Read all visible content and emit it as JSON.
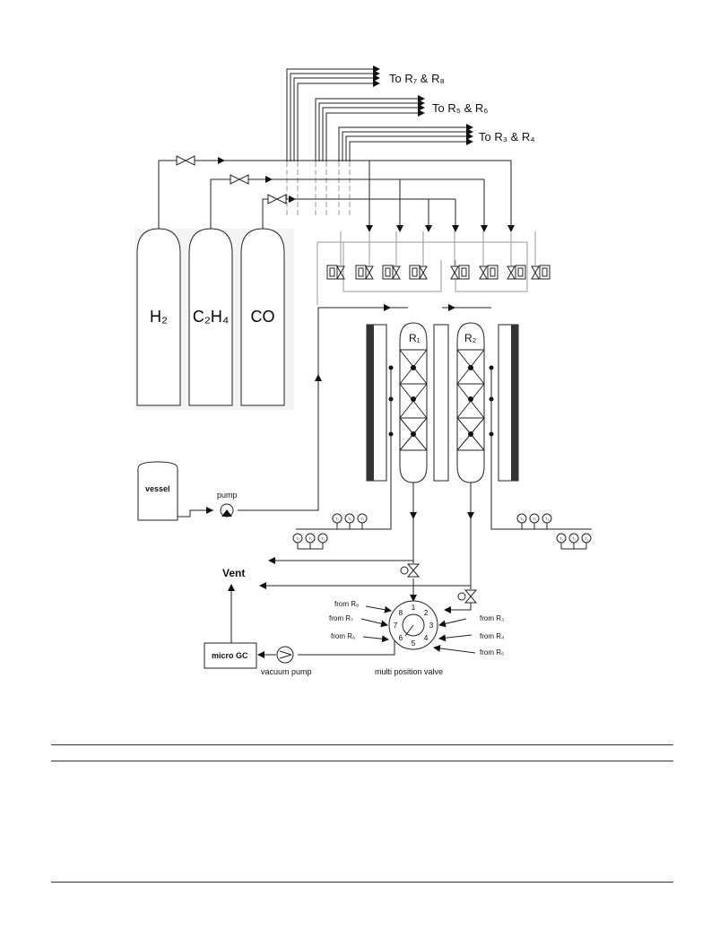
{
  "diagram": {
    "destinations": {
      "r7r8": "To R₇ & R₈",
      "r5r6": "To R₅ & R₆",
      "r3r4": "To R₃ & R₄"
    },
    "gases": {
      "h2": "H₂",
      "c2h4": "C₂H₄",
      "co": "CO"
    },
    "reactors": {
      "r1": "R₁",
      "r2": "R₂"
    },
    "vessel": "vessel",
    "pump": "pump",
    "vent": "Vent",
    "micro_gc": "micro GC",
    "vacuum_pump": "vacuum pump",
    "valve": {
      "label": "multi position valve",
      "ports": [
        "1",
        "2",
        "3",
        "4",
        "5",
        "6",
        "7",
        "8"
      ],
      "inputs": {
        "r8": "from R₈",
        "r7": "from R₇",
        "r6": "from R₆",
        "r3": "from R₃",
        "r4": "from R₄",
        "r5": "from R₅"
      }
    },
    "thermocouple": "T₁"
  }
}
